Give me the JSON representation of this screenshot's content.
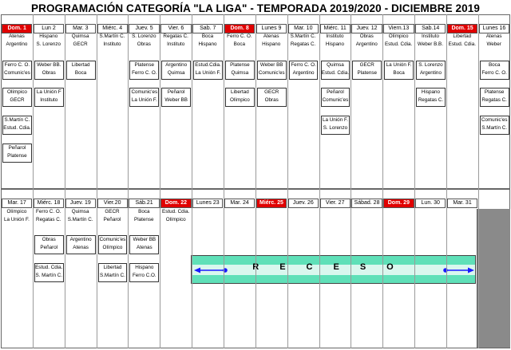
{
  "title": "PROGRAMACIÓN CATEGORÍA \"LA LIGA\" - TEMPORADA 2019/2020 - DICIEMBRE 2019",
  "colors": {
    "holiday": "#e00000",
    "recess": "#5fe0b8",
    "arrow": "#1a1aff"
  },
  "week1": {
    "days": [
      {
        "label": "Dom. 1",
        "holiday": true
      },
      {
        "label": "Lun 2",
        "holiday": false
      },
      {
        "label": "Mar. 3",
        "holiday": false
      },
      {
        "label": "Miérc. 4",
        "holiday": false
      },
      {
        "label": "Juev. 5",
        "holiday": false
      },
      {
        "label": "Vier. 6",
        "holiday": false
      },
      {
        "label": "Sab. 7",
        "holiday": false
      },
      {
        "label": "Dom. 8",
        "holiday": true
      },
      {
        "label": "Lunes 9",
        "holiday": false
      },
      {
        "label": "Mar. 10",
        "holiday": false
      },
      {
        "label": "Miérc. 11",
        "holiday": false
      },
      {
        "label": "Juev. 12",
        "holiday": false
      },
      {
        "label": "Viern.13",
        "holiday": false
      },
      {
        "label": "Sab.14",
        "holiday": false
      },
      {
        "label": "Dom. 15",
        "holiday": true
      },
      {
        "label": "Lunes 16",
        "holiday": false
      }
    ],
    "games": [
      {
        "col": 0,
        "lines": [
          "Atenas",
          "Argentino"
        ]
      },
      {
        "col": 1,
        "lines": [
          "Hispano",
          "S. Lorenzo"
        ]
      },
      {
        "col": 2,
        "lines": [
          "Quimsa",
          "GECR"
        ]
      },
      {
        "col": 3,
        "lines": [
          "S.Martín C.",
          "Instituto"
        ]
      },
      {
        "col": 4,
        "lines": [
          "S. Lorenzo",
          "Obras"
        ]
      },
      {
        "col": 5,
        "lines": [
          "Regatas C.",
          "Instituto"
        ]
      },
      {
        "col": 6,
        "lines": [
          "Boca",
          "Hispano"
        ]
      },
      {
        "col": 7,
        "lines": [
          "Ferro C. O.",
          "Boca"
        ]
      },
      {
        "col": 8,
        "lines": [
          "Atenas",
          "Hispano"
        ]
      },
      {
        "col": 9,
        "lines": [
          "S.Martín C.",
          "Regatas C."
        ]
      },
      {
        "col": 10,
        "lines": [
          "Instituto",
          "Hispano"
        ]
      },
      {
        "col": 11,
        "lines": [
          "Obras",
          "Argentino"
        ]
      },
      {
        "col": 12,
        "lines": [
          "Olímpico",
          "Estud. Cdia."
        ]
      },
      {
        "col": 13,
        "lines": [
          "Instituto",
          "Weber B.B."
        ]
      },
      {
        "col": 14,
        "lines": [
          "Libertad",
          "Estud. Cdia."
        ]
      },
      {
        "col": 15,
        "lines": [
          "Atenas",
          "Weber"
        ]
      }
    ],
    "boxes": [
      {
        "col": 0,
        "row": 0,
        "lines": [
          "Ferro C. O.",
          "Comunic'es"
        ]
      },
      {
        "col": 1,
        "row": 0,
        "lines": [
          "Weber BB.",
          "Obras"
        ]
      },
      {
        "col": 2,
        "row": 0,
        "lines": [
          "Libertad",
          "Boca"
        ]
      },
      {
        "col": 4,
        "row": 0,
        "lines": [
          "Platense",
          "Ferro C. O."
        ]
      },
      {
        "col": 5,
        "row": 0,
        "lines": [
          "Argentino",
          "Quimsa"
        ]
      },
      {
        "col": 6,
        "row": 0,
        "lines": [
          "Estud.Cdia.",
          "La Unión F."
        ]
      },
      {
        "col": 7,
        "row": 0,
        "lines": [
          "Platense",
          "Quimsa"
        ]
      },
      {
        "col": 8,
        "row": 0,
        "lines": [
          "Weber BB",
          "Comunic'es"
        ]
      },
      {
        "col": 9,
        "row": 0,
        "lines": [
          "Ferro C. O.",
          "Argentino"
        ]
      },
      {
        "col": 10,
        "row": 0,
        "lines": [
          "Quimsa",
          "Estud. Cdia."
        ]
      },
      {
        "col": 11,
        "row": 0,
        "lines": [
          "GECR",
          "Platense"
        ]
      },
      {
        "col": 12,
        "row": 0,
        "lines": [
          "La Unión F.",
          "Boca"
        ]
      },
      {
        "col": 13,
        "row": 0,
        "lines": [
          "S. Lorenzo",
          "Argentino"
        ]
      },
      {
        "col": 15,
        "row": 0,
        "lines": [
          "Boca",
          "Ferro C. O."
        ]
      },
      {
        "col": 0,
        "row": 1,
        "lines": [
          "Olímpico",
          "GECR"
        ]
      },
      {
        "col": 1,
        "row": 1,
        "lines": [
          "La Unión F",
          "Instituto"
        ]
      },
      {
        "col": 4,
        "row": 1,
        "lines": [
          "Comunic'es",
          "La Unión F."
        ]
      },
      {
        "col": 5,
        "row": 1,
        "lines": [
          "Peñarol",
          "Weber BB"
        ]
      },
      {
        "col": 7,
        "row": 1,
        "lines": [
          "Libertad",
          "Olímpico"
        ]
      },
      {
        "col": 8,
        "row": 1,
        "lines": [
          "GECR",
          "Obras"
        ]
      },
      {
        "col": 10,
        "row": 1,
        "lines": [
          "Peñarol",
          "Comunic'es"
        ]
      },
      {
        "col": 13,
        "row": 1,
        "lines": [
          "Hispano",
          "Regatas C."
        ]
      },
      {
        "col": 15,
        "row": 1,
        "lines": [
          "Platense",
          "Regatas C."
        ]
      },
      {
        "col": 0,
        "row": 2,
        "lines": [
          "S.Martín C.",
          "Estud. Cdia."
        ]
      },
      {
        "col": 10,
        "row": 2,
        "lines": [
          "La Unión F.",
          "S. Lorenzo"
        ]
      },
      {
        "col": 15,
        "row": 2,
        "lines": [
          "Comunic'es",
          "S.Martín C."
        ]
      },
      {
        "col": 0,
        "row": 3,
        "lines": [
          "Peñarol",
          "Platense"
        ]
      }
    ]
  },
  "week2": {
    "days": [
      {
        "label": "Mar. 17",
        "holiday": false
      },
      {
        "label": "Miérc. 18",
        "holiday": false
      },
      {
        "label": "Juev. 19",
        "holiday": false
      },
      {
        "label": "Vier.20",
        "holiday": false
      },
      {
        "label": "Sáb.21",
        "holiday": false
      },
      {
        "label": "Dom. 22",
        "holiday": true
      },
      {
        "label": "Lunes 23",
        "holiday": false
      },
      {
        "label": "Mar. 24",
        "holiday": false
      },
      {
        "label": "Miérc. 25",
        "holiday": true
      },
      {
        "label": "Juev. 26",
        "holiday": false
      },
      {
        "label": "Vier. 27",
        "holiday": false
      },
      {
        "label": "Sábad. 28",
        "holiday": false
      },
      {
        "label": "Dom. 29",
        "holiday": true
      },
      {
        "label": "Lun. 30",
        "holiday": false
      },
      {
        "label": "Mar. 31",
        "holiday": false
      }
    ],
    "games": [
      {
        "col": 0,
        "lines": [
          "Olímpico",
          "La Unión F."
        ]
      },
      {
        "col": 1,
        "lines": [
          "Ferro C. O.",
          "Regatas C."
        ]
      },
      {
        "col": 2,
        "lines": [
          "Quimsa",
          "S.Martín C."
        ]
      },
      {
        "col": 3,
        "lines": [
          "GECR",
          "Peñarol"
        ]
      },
      {
        "col": 4,
        "lines": [
          "Boca",
          "Platense"
        ]
      },
      {
        "col": 5,
        "lines": [
          "Estud. Cdia.",
          "Olímpico"
        ]
      }
    ],
    "boxes": [
      {
        "col": 1,
        "row": 0,
        "lines": [
          "Obras",
          "Peñarol"
        ]
      },
      {
        "col": 2,
        "row": 0,
        "lines": [
          "Argentino",
          "Atenas"
        ]
      },
      {
        "col": 3,
        "row": 0,
        "lines": [
          "Comunic'es",
          "Olímpico"
        ]
      },
      {
        "col": 4,
        "row": 0,
        "lines": [
          "Weber BB",
          "Atenas"
        ]
      },
      {
        "col": 1,
        "row": 1,
        "lines": [
          "Estud. Cdia.",
          "S. Martín C."
        ]
      },
      {
        "col": 3,
        "row": 1,
        "lines": [
          "Libertad",
          "S.Martín C."
        ]
      },
      {
        "col": 4,
        "row": 1,
        "lines": [
          "Hispano",
          "Ferro C.O."
        ]
      }
    ],
    "recess_text": "RECESO"
  }
}
